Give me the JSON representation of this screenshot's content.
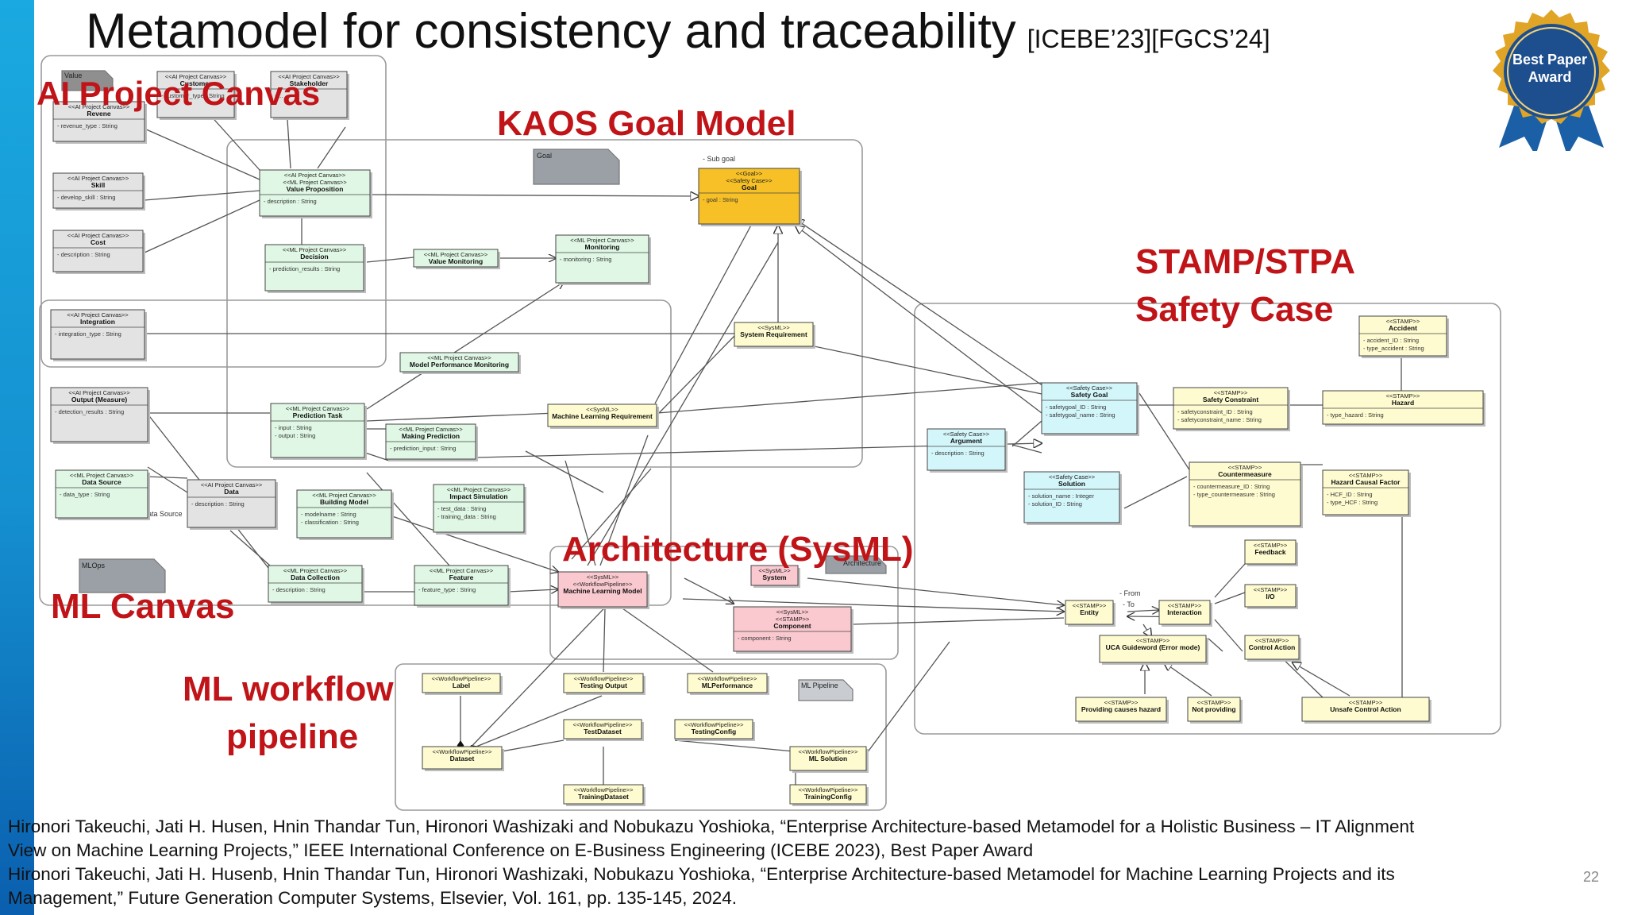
{
  "slide": {
    "title": "Metamodel for consistency and traceability",
    "refs": "[ICEBE’23][FGCS’24]",
    "page_number": "22"
  },
  "award": {
    "line1": "Best Paper",
    "line2": "Award"
  },
  "regions": {
    "ai_canvas": "AI Project Canvas",
    "kaos": "KAOS Goal Model",
    "stamp1": "STAMP/STPA",
    "stamp2": "Safety Case",
    "arch": "Architecture (SysML)",
    "ml_canvas": "ML Canvas",
    "wf1": "ML workflow",
    "wf2": "pipeline"
  },
  "notes": {
    "value": "Value",
    "goal": "Goal",
    "mlops": "MLOps",
    "ml_pipeline": "ML Pipeline",
    "architecture": "Architecture"
  },
  "edge_labels": {
    "sub_goal": "- Sub goal",
    "from": "- From",
    "to": "- To",
    "data_source": "ata Source"
  },
  "boxes": [
    {
      "id": "revene",
      "stereo": [
        "<<AI Project Canvas>>"
      ],
      "name": "Revene",
      "attrs": [
        "- revenue_type : String"
      ],
      "color": "#e3e3e3"
    },
    {
      "id": "customer",
      "stereo": [
        "<<AI Project Canvas>>"
      ],
      "name": "Customer",
      "attrs": [
        "- customer_type : String"
      ],
      "color": "#e3e3e3"
    },
    {
      "id": "stakeholder",
      "stereo": [
        "<<AI Project Canvas>>"
      ],
      "name": "Stakeholder",
      "attrs": [
        "- ..."
      ],
      "color": "#e3e3e3"
    },
    {
      "id": "skill",
      "stereo": [
        "<<AI Project Canvas>>"
      ],
      "name": "Skill",
      "attrs": [
        "- develop_skill : String"
      ],
      "color": "#e3e3e3"
    },
    {
      "id": "cost",
      "stereo": [
        "<<AI Project Canvas>>"
      ],
      "name": "Cost",
      "attrs": [
        "- description : String"
      ],
      "color": "#e3e3e3"
    },
    {
      "id": "valueprop",
      "stereo": [
        "<<AI Project Canvas>>",
        "<<ML Project Canvas>>"
      ],
      "name": "Value Proposition",
      "attrs": [
        "- description : String"
      ],
      "color": "#dff7e4"
    },
    {
      "id": "decision",
      "stereo": [
        "<<ML Project Canvas>>"
      ],
      "name": "Decision",
      "attrs": [
        "- prediction_results : String"
      ],
      "color": "#dff7e4"
    },
    {
      "id": "valuemon",
      "stereo": [
        "<<ML Project Canvas>>"
      ],
      "name": "Value Monitoring",
      "attrs": [],
      "color": "#dff7e4"
    },
    {
      "id": "monitoring",
      "stereo": [
        "<<ML Project Canvas>>"
      ],
      "name": "Monitoring",
      "attrs": [
        "- monitoring : String"
      ],
      "color": "#dff7e4"
    },
    {
      "id": "goalbox",
      "stereo": [
        "<<Goal>>",
        "<<Safety Case>>"
      ],
      "name": "Goal",
      "attrs": [
        "- goal : String"
      ],
      "color": "#f6c026"
    },
    {
      "id": "integration",
      "stereo": [
        "<<AI Project Canvas>>"
      ],
      "name": "Integration",
      "attrs": [
        "- integration_type : String"
      ],
      "color": "#e3e3e3"
    },
    {
      "id": "sysreq",
      "stereo": [
        "<<SysML>>"
      ],
      "name": "System Requirement",
      "attrs": [],
      "color": "#fdfbcf"
    },
    {
      "id": "modelperf",
      "stereo": [
        "<<ML Project Canvas>>"
      ],
      "name": "Model Performance Monitoring",
      "attrs": [],
      "color": "#dff7e4"
    },
    {
      "id": "output",
      "stereo": [
        "<<AI Project Canvas>>"
      ],
      "name": "Output (Measure)",
      "attrs": [
        "- detection_results : String"
      ],
      "color": "#e3e3e3"
    },
    {
      "id": "predtask",
      "stereo": [
        "<<ML Project Canvas>>"
      ],
      "name": "Prediction Task",
      "attrs": [
        "- input : String",
        "- output : String"
      ],
      "color": "#dff7e4"
    },
    {
      "id": "makingpred",
      "stereo": [
        "<<ML Project Canvas>>"
      ],
      "name": "Making Prediction",
      "attrs": [
        "- prediction_input : String"
      ],
      "color": "#dff7e4"
    },
    {
      "id": "mlreq",
      "stereo": [
        "<<SysML>>"
      ],
      "name": "Machine Learning Requirement",
      "attrs": [],
      "color": "#fdfbcf"
    },
    {
      "id": "datasource",
      "stereo": [
        "<<ML Project Canvas>>"
      ],
      "name": "Data Source",
      "attrs": [
        "- data_type : String"
      ],
      "color": "#dff7e4"
    },
    {
      "id": "data",
      "stereo": [
        "<<AI Project Canvas>>"
      ],
      "name": "Data",
      "attrs": [
        "- description : String"
      ],
      "color": "#e3e3e3"
    },
    {
      "id": "buildmodel",
      "stereo": [
        "<<ML Project Canvas>>"
      ],
      "name": "Building Model",
      "attrs": [
        "- modelname : String",
        "- classification : String"
      ],
      "color": "#dff7e4"
    },
    {
      "id": "impactsim",
      "stereo": [
        "<<ML Project Canvas>>"
      ],
      "name": "Impact Simulation",
      "attrs": [
        "- test_data : String",
        "- training_data : String"
      ],
      "color": "#dff7e4"
    },
    {
      "id": "datacoll",
      "stereo": [
        "<<ML Project Canvas>>"
      ],
      "name": "Data Collection",
      "attrs": [
        "- description : String"
      ],
      "color": "#dff7e4"
    },
    {
      "id": "feature",
      "stereo": [
        "<<ML Project Canvas>>"
      ],
      "name": "Feature",
      "attrs": [
        "- feature_type : String"
      ],
      "color": "#dff7e4"
    },
    {
      "id": "mlmodel",
      "stereo": [
        "<<SysML>>",
        "<<WorkflowPipeline>>"
      ],
      "name": "Machine Learning Model",
      "attrs": [],
      "color": "#f9c9cf"
    },
    {
      "id": "system",
      "stereo": [
        "<<SysML>>"
      ],
      "name": "System",
      "attrs": [],
      "color": "#f9c9cf"
    },
    {
      "id": "component",
      "stereo": [
        "<<SysML>>",
        "<<STAMP>>"
      ],
      "name": "Component",
      "attrs": [
        "- component : String"
      ],
      "color": "#f9c9cf"
    },
    {
      "id": "label",
      "stereo": [
        "<<WorkflowPipeline>>"
      ],
      "name": "Label",
      "attrs": [],
      "color": "#fdfbcf"
    },
    {
      "id": "testout",
      "stereo": [
        "<<WorkflowPipeline>>"
      ],
      "name": "Testing Output",
      "attrs": [],
      "color": "#fdfbcf"
    },
    {
      "id": "mlperf",
      "stereo": [
        "<<WorkflowPipeline>>"
      ],
      "name": "MLPerformance",
      "attrs": [],
      "color": "#fdfbcf"
    },
    {
      "id": "testdataset",
      "stereo": [
        "<<WorkflowPipeline>>"
      ],
      "name": "TestDataset",
      "attrs": [],
      "color": "#fdfbcf"
    },
    {
      "id": "testconfig",
      "stereo": [
        "<<WorkflowPipeline>>"
      ],
      "name": "TestingConfig",
      "attrs": [],
      "color": "#fdfbcf"
    },
    {
      "id": "dataset",
      "stereo": [
        "<<WorkflowPipeline>>"
      ],
      "name": "Dataset",
      "attrs": [],
      "color": "#fdfbcf"
    },
    {
      "id": "mlsolution",
      "stereo": [
        "<<WorkflowPipeline>>"
      ],
      "name": "ML Solution",
      "attrs": [],
      "color": "#fdfbcf"
    },
    {
      "id": "traindataset",
      "stereo": [
        "<<WorkflowPipeline>>"
      ],
      "name": "TrainingDataset",
      "attrs": [],
      "color": "#fdfbcf"
    },
    {
      "id": "trainconfig",
      "stereo": [
        "<<WorkflowPipeline>>"
      ],
      "name": "TrainingConfig",
      "attrs": [],
      "color": "#fdfbcf"
    },
    {
      "id": "accident",
      "stereo": [
        "<<STAMP>>"
      ],
      "name": "Accident",
      "attrs": [
        "- accident_ID : String",
        "- type_accident : String"
      ],
      "color": "#fdfbcf"
    },
    {
      "id": "safetygoal",
      "stereo": [
        "<<Safety Case>>"
      ],
      "name": "Safety Goal",
      "attrs": [
        "- safetygoal_ID : String",
        "- safetygoal_name : String"
      ],
      "color": "#d3f6fb"
    },
    {
      "id": "safetycons",
      "stereo": [
        "<<STAMP>>"
      ],
      "name": "Safety Constraint",
      "attrs": [
        "- safetyconstraint_ID : String",
        "- safetyconstraint_name : String"
      ],
      "color": "#fdfbcf"
    },
    {
      "id": "hazard",
      "stereo": [
        "<<STAMP>>"
      ],
      "name": "Hazard",
      "attrs": [
        "- type_hazard : String"
      ],
      "color": "#fdfbcf"
    },
    {
      "id": "argument",
      "stereo": [
        "<<Safety Case>>"
      ],
      "name": "Argument",
      "attrs": [
        "- description : String"
      ],
      "color": "#d3f6fb"
    },
    {
      "id": "solution",
      "stereo": [
        "<<Safety Case>>"
      ],
      "name": "Solution",
      "attrs": [
        "- solution_name : Integer",
        "- solution_ID : String"
      ],
      "color": "#d3f6fb"
    },
    {
      "id": "counter",
      "stereo": [
        "<<STAMP>>"
      ],
      "name": "Countermeasure",
      "attrs": [
        "- countermeasure_ID : String",
        "- type_countermeasure : String"
      ],
      "color": "#fdfbcf"
    },
    {
      "id": "hcf",
      "stereo": [
        "<<STAMP>>"
      ],
      "name": "Hazard Causal Factor",
      "attrs": [
        "- HCF_ID : String",
        "- type_HCF : String"
      ],
      "color": "#fdfbcf"
    },
    {
      "id": "feedback",
      "stereo": [
        "<<STAMP>>"
      ],
      "name": "Feedback",
      "attrs": [],
      "color": "#fdfbcf"
    },
    {
      "id": "io",
      "stereo": [
        "<<STAMP>>"
      ],
      "name": "I/O",
      "attrs": [],
      "color": "#fdfbcf"
    },
    {
      "id": "entity",
      "stereo": [
        "<<STAMP>>"
      ],
      "name": "Entity",
      "attrs": [],
      "color": "#fdfbcf"
    },
    {
      "id": "interaction",
      "stereo": [
        "<<STAMP>>"
      ],
      "name": "Interaction",
      "attrs": [],
      "color": "#fdfbcf"
    },
    {
      "id": "uca",
      "stereo": [
        "<<STAMP>>"
      ],
      "name": "UCA Guideword (Error mode)",
      "attrs": [],
      "color": "#fdfbcf"
    },
    {
      "id": "controlaction",
      "stereo": [
        "<<STAMP>>"
      ],
      "name": "Control Action",
      "attrs": [],
      "color": "#fdfbcf"
    },
    {
      "id": "providing",
      "stereo": [
        "<<STAMP>>"
      ],
      "name": "Providing causes hazard",
      "attrs": [],
      "color": "#fdfbcf"
    },
    {
      "id": "notproviding",
      "stereo": [
        "<<STAMP>>"
      ],
      "name": "Not providing",
      "attrs": [],
      "color": "#fdfbcf"
    },
    {
      "id": "unsafe",
      "stereo": [
        "<<STAMP>>"
      ],
      "name": "Unsafe Control Action",
      "attrs": [],
      "color": "#fdfbcf"
    }
  ],
  "citations": [
    "Hironori Takeuchi, Jati H. Husen, Hnin Thandar Tun, Hironori Washizaki and Nobukazu Yoshioka, “Enterprise Architecture-based Metamodel for a Holistic Business – IT Alignment View on Machine Learning Projects,” IEEE International Conference on E-Business Engineering (ICEBE 2023), Best Paper Award",
    "Hironori Takeuchi, Jati H. Husenb, Hnin Thandar Tun, Hironori Washizaki, Nobukazu Yoshioka, “Enterprise Architecture-based Metamodel for Machine Learning Projects and its Management,” Future Generation Computer Systems, Elsevier, Vol. 161, pp. 135-145, 2024."
  ]
}
